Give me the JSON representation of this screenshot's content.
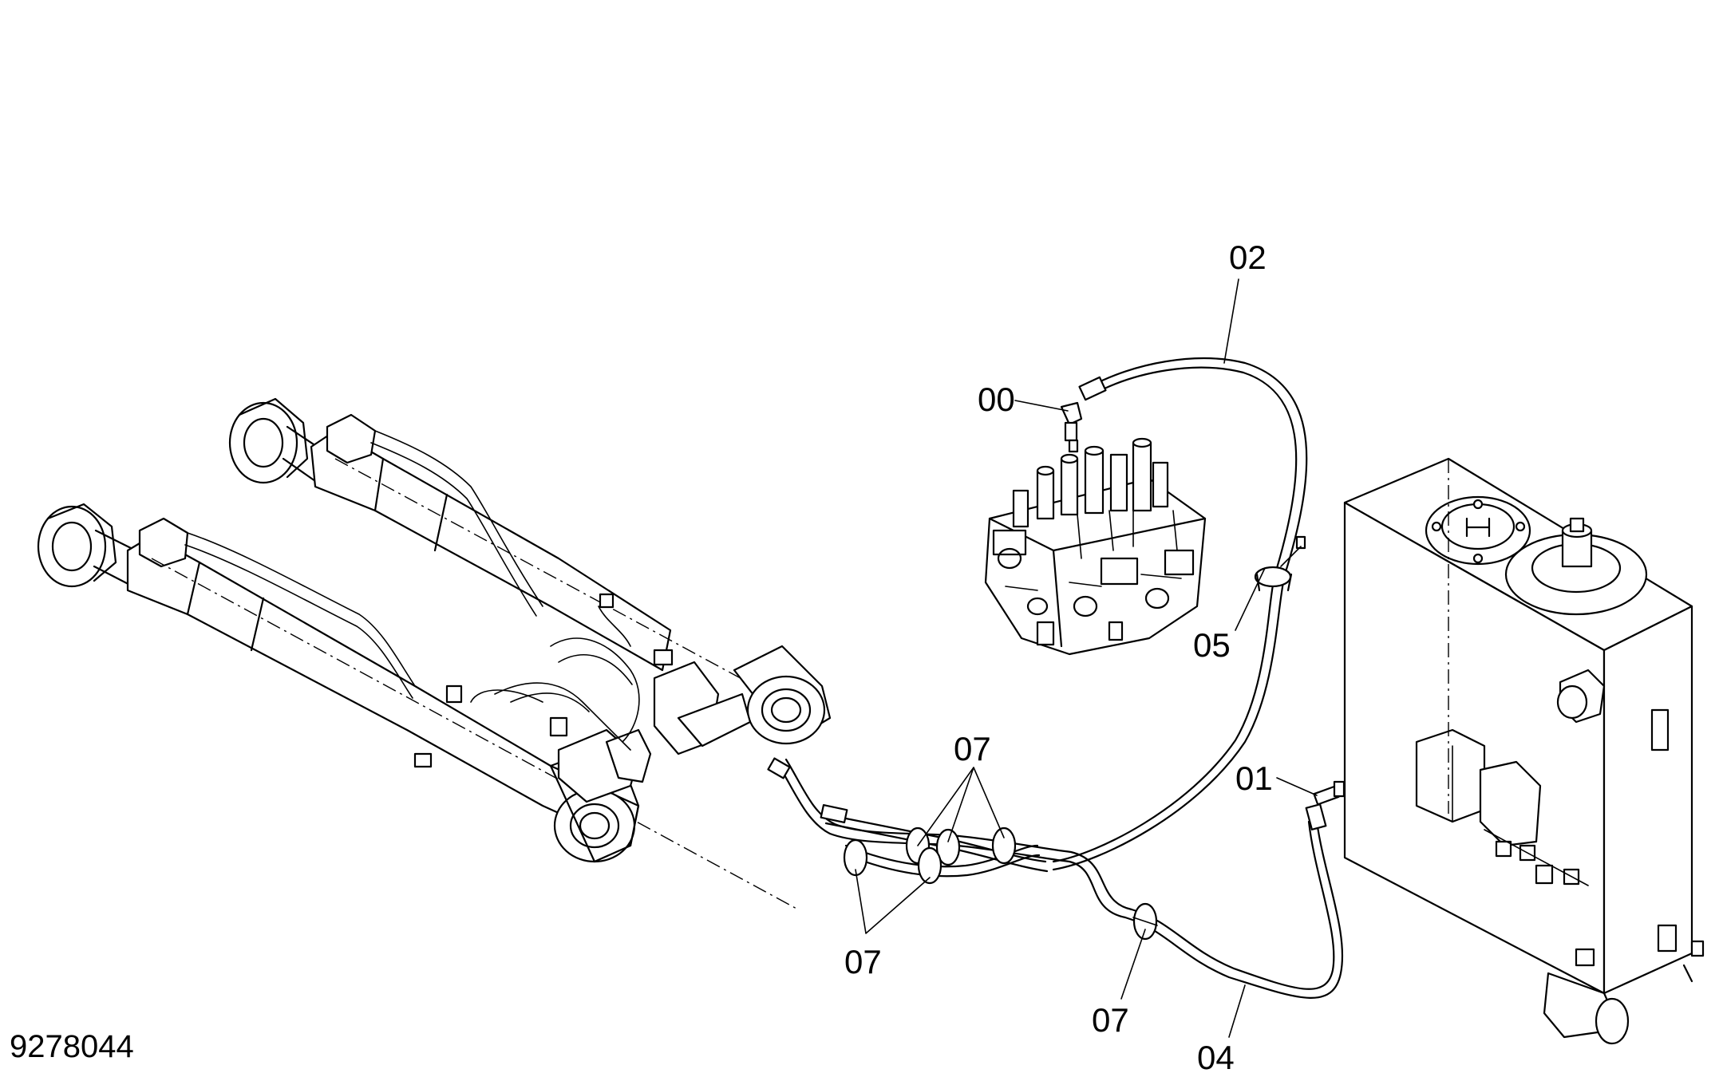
{
  "figure_number": "9278044",
  "callouts": {
    "c00": "00",
    "c01": "01",
    "c02": "02",
    "c04": "04",
    "c05": "05",
    "c07a": "07",
    "c07b": "07",
    "c07c": "07"
  },
  "colors": {
    "line": "#000000",
    "background": "#ffffff"
  }
}
